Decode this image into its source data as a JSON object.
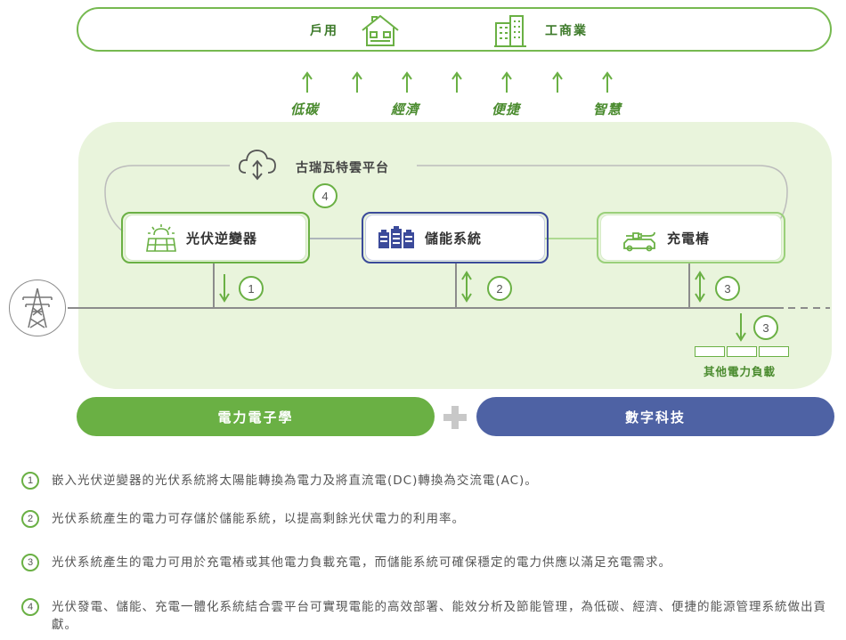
{
  "top": {
    "household_label": "戶用",
    "commercial_label": "工商業"
  },
  "benefits": [
    "低碳",
    "經濟",
    "便捷",
    "智慧"
  ],
  "cloud": {
    "label": "古瑞瓦特雲平台"
  },
  "boxes": {
    "inverter": "光伏逆變器",
    "storage": "儲能系統",
    "charger": "充電樁"
  },
  "markers": {
    "one": "1",
    "two": "2",
    "three_a": "3",
    "three_b": "3",
    "four": "4"
  },
  "other_loads_label": "其他電力負載",
  "bottom": {
    "left": "電力電子學",
    "right": "數字科技"
  },
  "legend": [
    {
      "num": "1",
      "text": "嵌入光伏逆變器的光伏系統將太陽能轉換為電力及將直流電(DC)轉換為交流電(AC)。"
    },
    {
      "num": "2",
      "text": "光伏系統產生的電力可存儲於儲能系統，以提高剩餘光伏電力的利用率。"
    },
    {
      "num": "3",
      "text": "光伏系統產生的電力可用於充電樁或其他電力負載充電，而儲能系統可確保穩定的電力供應以滿足充電需求。"
    },
    {
      "num": "4",
      "text": "光伏發電、儲能、充電一體化系統結合雲平台可實現電能的高效部署、能效分析及節能管理，為低碳、經濟、便捷的能源管理系統做出貢獻。"
    }
  ],
  "colors": {
    "green": "#6ab044",
    "dark_green": "#4a8b2e",
    "light_green": "#e9f4dc",
    "navy": "#3b4a9a",
    "blue_pill": "#4e62a4",
    "gray": "#8c8c8c"
  }
}
